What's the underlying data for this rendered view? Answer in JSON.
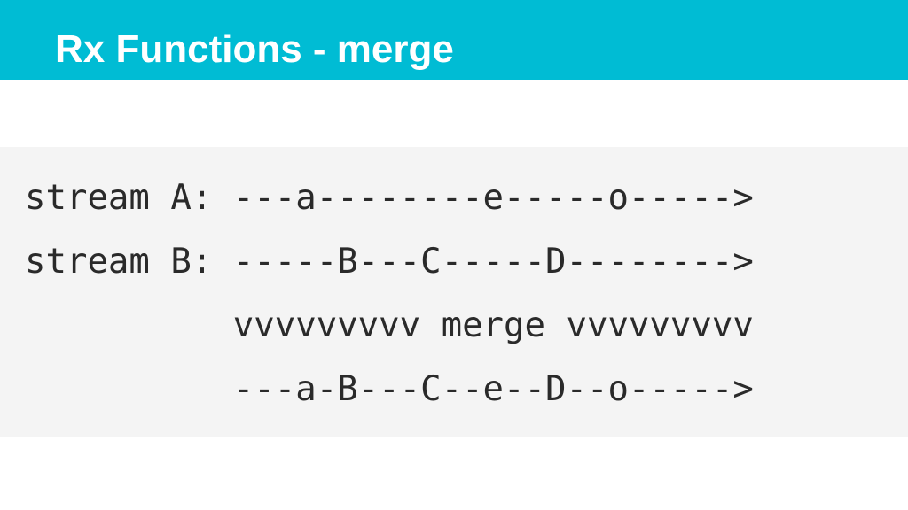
{
  "slide": {
    "title": "Rx Functions - merge",
    "accent_color": "#00BCD4",
    "code_background": "#f4f4f4"
  },
  "code": {
    "lines": [
      "stream A: ---a--------e-----o----->",
      "stream B: -----B---C-----D-------->",
      "          vvvvvvvvv merge vvvvvvvvv",
      "          ---a-B---C--e--D--o----->"
    ]
  }
}
